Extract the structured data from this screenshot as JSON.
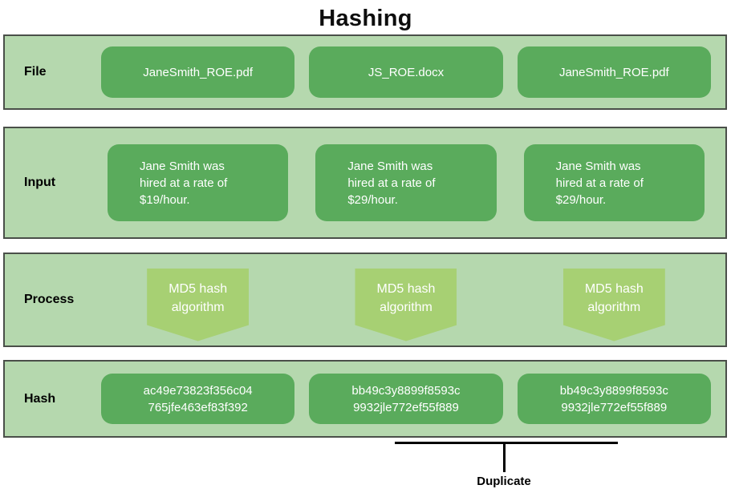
{
  "title": "Hashing",
  "rows": {
    "file": {
      "label": "File",
      "items": [
        "JaneSmith_ROE.pdf",
        "JS_ROE.docx",
        "JaneSmith_ROE.pdf"
      ]
    },
    "input": {
      "label": "Input",
      "items": [
        "Jane Smith was\nhired at a rate of\n$19/hour.",
        "Jane Smith was\nhired at a rate of\n$29/hour.",
        "Jane Smith was\nhired at a rate of\n$29/hour."
      ]
    },
    "process": {
      "label": "Process",
      "items": [
        "MD5 hash\nalgorithm",
        "MD5 hash\nalgorithm",
        "MD5 hash\nalgorithm"
      ]
    },
    "hash": {
      "label": "Hash",
      "items": [
        "ac49e73823f356c04\n765jfe463ef83f392",
        "bb49c3y8899f8593c\n9932jle772ef55f889",
        "bb49c3y8899f8593c\n9932jle772ef55f889"
      ]
    }
  },
  "annotation": {
    "duplicate_label": "Duplicate"
  },
  "colors": {
    "panel_bg": "#b5d8ae",
    "box_green": "#5aab5c",
    "process_green": "#a7d073",
    "panel_border": "#4a4f49",
    "text_on_green": "#ffffff",
    "label_text": "#000000",
    "bracket": "#000000"
  }
}
